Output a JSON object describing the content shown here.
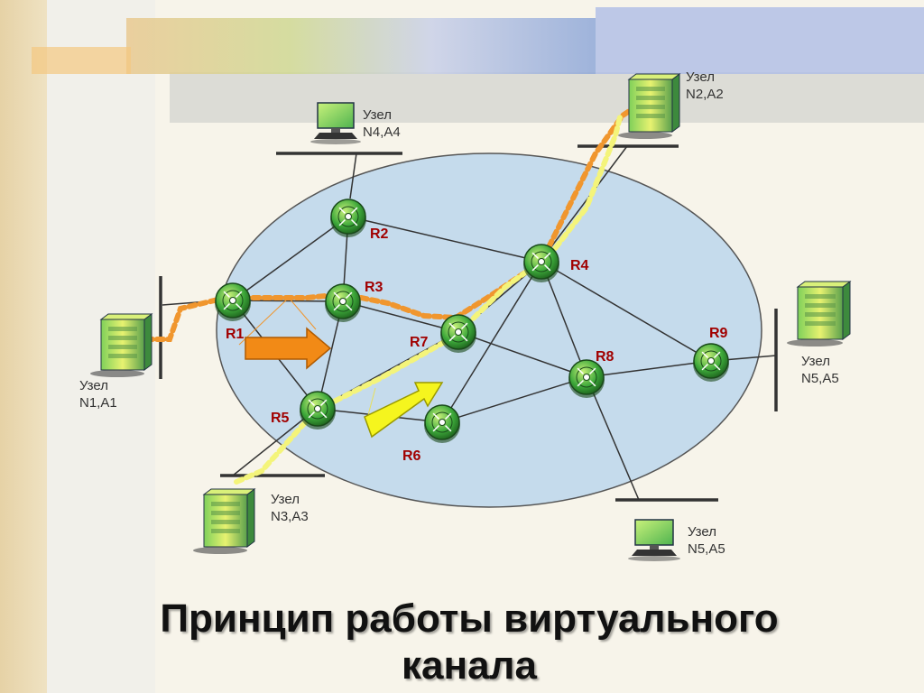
{
  "title_lines": [
    "Принцип работы виртуального",
    "канала"
  ],
  "routers": [
    {
      "id": "R1",
      "label": "R1"
    },
    {
      "id": "R2",
      "label": "R2"
    },
    {
      "id": "R3",
      "label": "R3"
    },
    {
      "id": "R4",
      "label": "R4"
    },
    {
      "id": "R5",
      "label": "R5"
    },
    {
      "id": "R6",
      "label": "R6"
    },
    {
      "id": "R7",
      "label": "R7"
    },
    {
      "id": "R8",
      "label": "R8"
    },
    {
      "id": "R9",
      "label": "R9"
    }
  ],
  "hosts": [
    {
      "id": "N1",
      "line1": "Узел",
      "line2": "N1,A1",
      "icon": "server-icon"
    },
    {
      "id": "N2",
      "line1": "Узел",
      "line2": "N2,A2",
      "icon": "server-icon"
    },
    {
      "id": "N3",
      "line1": "Узел",
      "line2": "N3,A3",
      "icon": "server-icon"
    },
    {
      "id": "N4",
      "line1": "Узел",
      "line2": "N4,A4",
      "icon": "computer-icon"
    },
    {
      "id": "N5a",
      "line1": "Узел",
      "line2": "N5,A5",
      "icon": "server-icon"
    },
    {
      "id": "N5b",
      "line1": "Узел",
      "line2": "N5,A5",
      "icon": "computer-icon"
    }
  ],
  "links": [
    [
      "R1",
      "R2"
    ],
    [
      "R1",
      "R3"
    ],
    [
      "R1",
      "R5"
    ],
    [
      "R2",
      "R3"
    ],
    [
      "R2",
      "R4"
    ],
    [
      "R3",
      "R5"
    ],
    [
      "R3",
      "R7"
    ],
    [
      "R4",
      "R7"
    ],
    [
      "R4",
      "R6"
    ],
    [
      "R4",
      "R8"
    ],
    [
      "R4",
      "R9"
    ],
    [
      "R5",
      "R7"
    ],
    [
      "R5",
      "R6"
    ],
    [
      "R7",
      "R8"
    ],
    [
      "R6",
      "R8"
    ],
    [
      "R8",
      "R9"
    ]
  ],
  "colors": {
    "cloud_fill": "#c5dbec",
    "orange_path": "#f0962e",
    "yellow_path": "#f4f47a",
    "orange_arrow": "#f28a16",
    "yellow_arrow": "#f5f51e",
    "router_label": "#a10000",
    "router_green": "#2e9a2e"
  }
}
